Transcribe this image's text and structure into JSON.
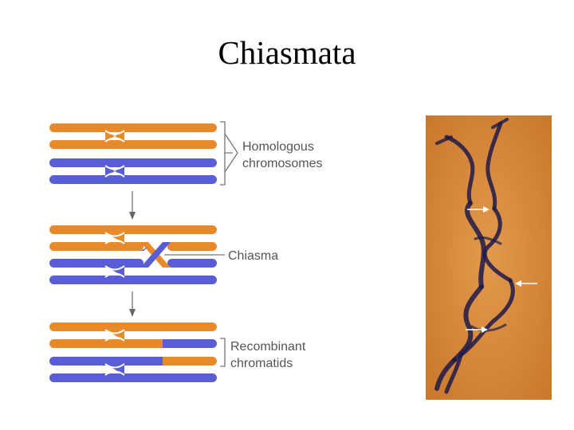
{
  "title": "Chiasmata",
  "labels": {
    "homologous_1": "Homologous",
    "homologous_2": "chromosomes",
    "chiasma": "Chiasma",
    "recombinant_1": "Recombinant",
    "recombinant_2": "chromatids"
  },
  "colors": {
    "maternal": "#e8892a",
    "paternal": "#5a5ed6",
    "bracket": "#777777",
    "photo_bg": "#d98a3c",
    "stain": "#1e1a4a",
    "arrow": "#ffffff"
  },
  "photo": {
    "arrow_count": 3
  }
}
